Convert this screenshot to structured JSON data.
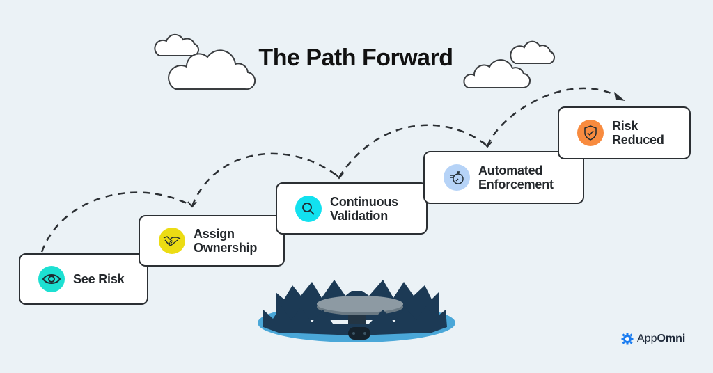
{
  "title": "The Path Forward",
  "steps": [
    {
      "label_line1": "See Risk",
      "label_line2": "",
      "icon": "eye-icon",
      "icon_color": "#1de0d2"
    },
    {
      "label_line1": "Assign",
      "label_line2": "Ownership",
      "icon": "handshake-icon",
      "icon_color": "#ecdc14"
    },
    {
      "label_line1": "Continuous",
      "label_line2": "Validation",
      "icon": "magnifier-icon",
      "icon_color": "#12e1ef"
    },
    {
      "label_line1": "Automated",
      "label_line2": "Enforcement",
      "icon": "stopwatch-icon",
      "icon_color": "#b6d3f7"
    },
    {
      "label_line1": "Risk",
      "label_line2": "Reduced",
      "icon": "shield-check-icon",
      "icon_color": "#f88b3f"
    }
  ],
  "brand": {
    "name_light": "App",
    "name_bold": "Omni",
    "accent": "#1a7cf0"
  },
  "colors": {
    "background": "#ebf2f6",
    "text": "#24282c",
    "trap_dark": "#1c3a55",
    "trap_plate": "#8d9aa3",
    "trap_shadow": "#4aa7d8"
  }
}
